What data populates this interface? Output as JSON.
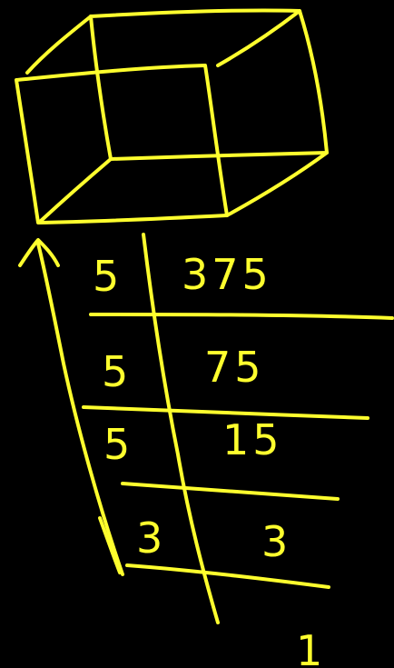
{
  "canvas": {
    "background": "#000000",
    "ink_color": "#FFFF2E"
  },
  "division_table": {
    "rows": [
      {
        "divisor": "5",
        "dividend": "375"
      },
      {
        "divisor": "5",
        "dividend": "75"
      },
      {
        "divisor": "5",
        "dividend": "15"
      },
      {
        "divisor": "3",
        "dividend": "3"
      }
    ],
    "final_mark": "1"
  }
}
